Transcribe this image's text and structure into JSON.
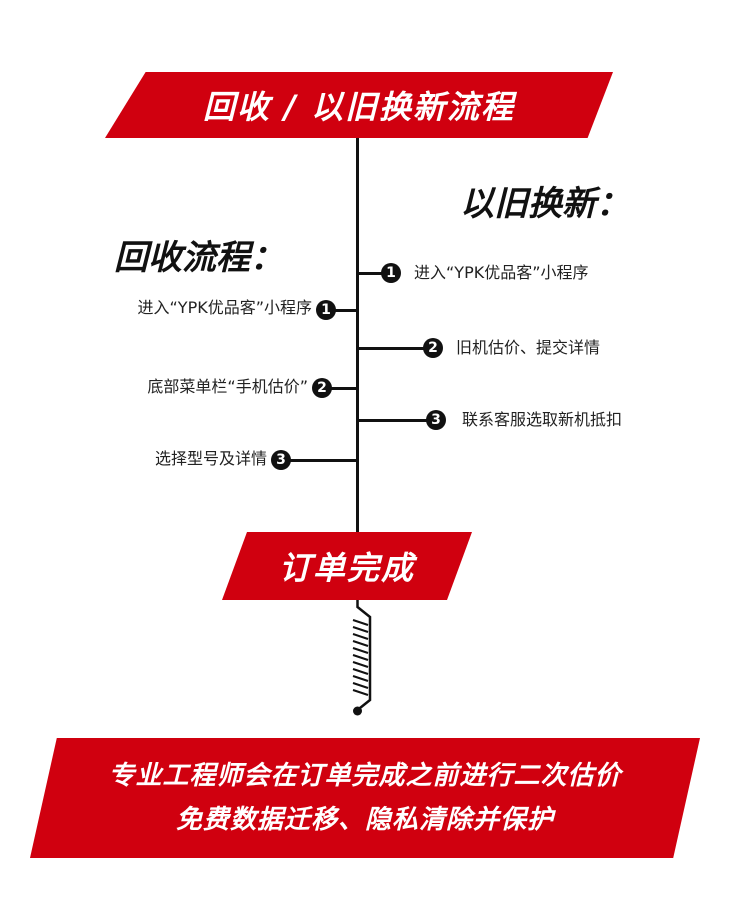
{
  "title": "回收 / 以旧换新流程",
  "recycle": {
    "heading": "回收流程：",
    "steps": [
      {
        "num": "1",
        "label": "进入“YPK优品客”小程序"
      },
      {
        "num": "2",
        "label": "底部菜单栏“手机估价”"
      },
      {
        "num": "3",
        "label": "选择型号及详情"
      }
    ]
  },
  "tradein": {
    "heading": "以旧换新：",
    "steps": [
      {
        "num": "1",
        "label": "进入“YPK优品客”小程序"
      },
      {
        "num": "2",
        "label": "旧机估价、提交详情"
      },
      {
        "num": "3",
        "label": "联系客服选取新机抵扣"
      }
    ]
  },
  "complete": "订单完成",
  "footer": {
    "line1": "专业工程师会在订单完成之前进行二次估价",
    "line2": "免费数据迁移、隐私清除并保护"
  },
  "colors": {
    "accent": "#d0000f",
    "line": "#111111"
  }
}
